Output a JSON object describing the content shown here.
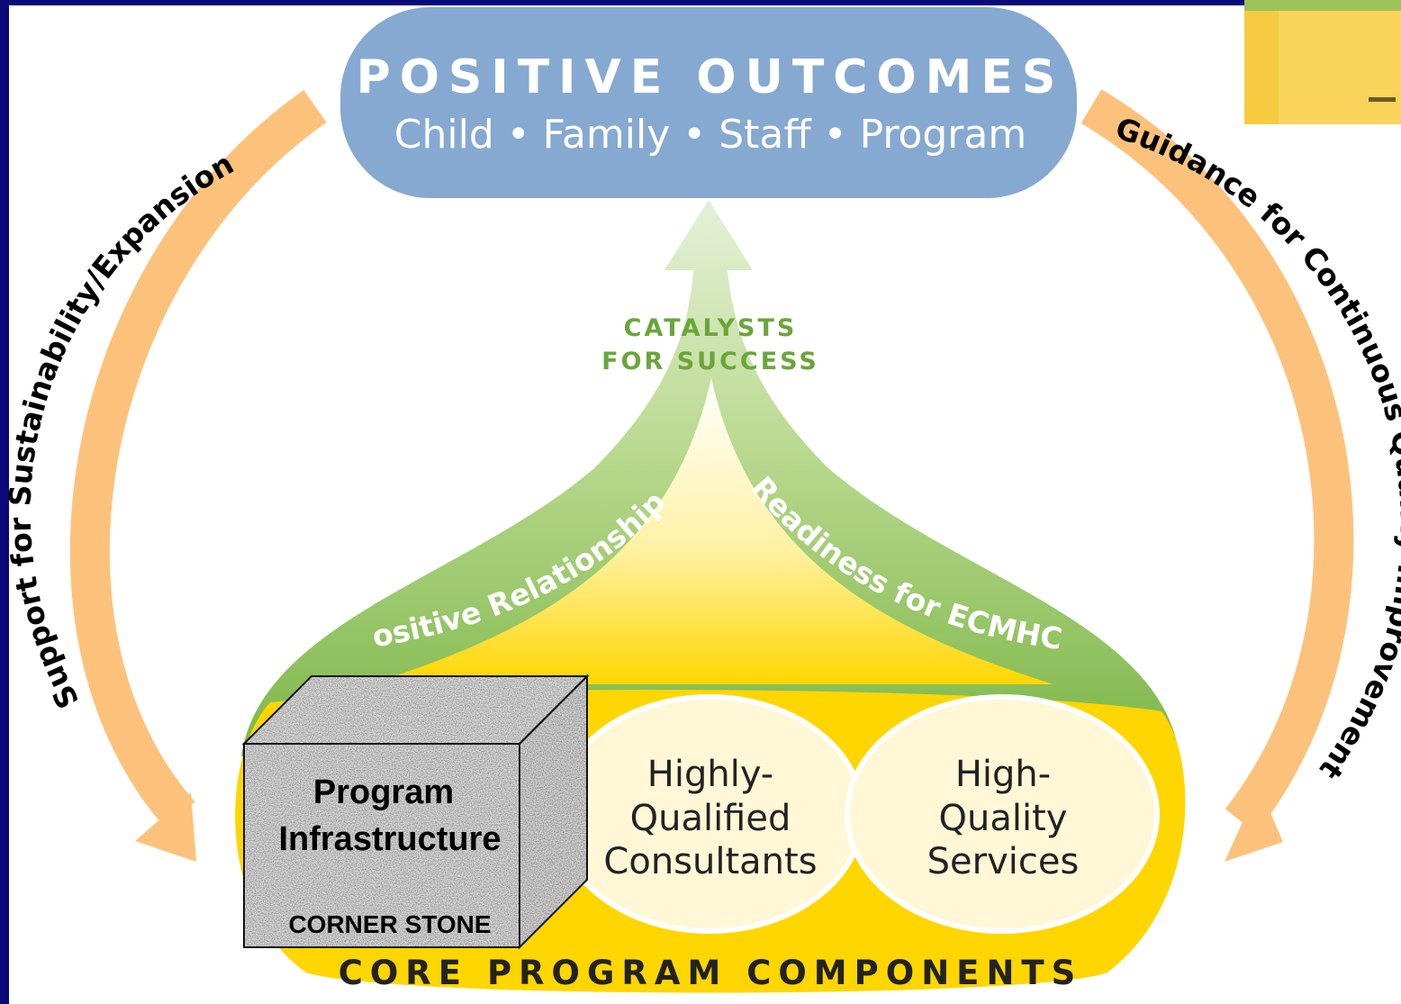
{
  "outcomes": {
    "title": "POSITIVE OUTCOMES",
    "subtitle": "Child  •  Family  •  Staff  •  Program"
  },
  "catalysts": {
    "line1": "CATALYSTS",
    "line2": "FOR SUCCESS",
    "left_path": "Positive Relationships",
    "right_path": "Readiness for ECMHC"
  },
  "side_arrows": {
    "left": "Support for Sustainability/Expansion",
    "right": "Guidance for Continuous Quality Improvement"
  },
  "components": {
    "cornerstone_line1": "Program",
    "cornerstone_line2": "Infrastructure",
    "cornerstone_tag": "CORNER STONE",
    "consultants_line1": "Highly-",
    "consultants_line2": "Qualified",
    "consultants_line3": "Consultants",
    "services_line1": "High-",
    "services_line2": "Quality",
    "services_line3": "Services",
    "footer": "CORE PROGRAM COMPONENTS"
  },
  "colors": {
    "frame": "#0a0a7a",
    "outcomes_fill": "#86a9d1",
    "catalyst_green": "#7fb24a",
    "core_yellow": "#ffd600",
    "arrow_orange": "#fcc27c",
    "circle_fill": "#fff7d6"
  }
}
